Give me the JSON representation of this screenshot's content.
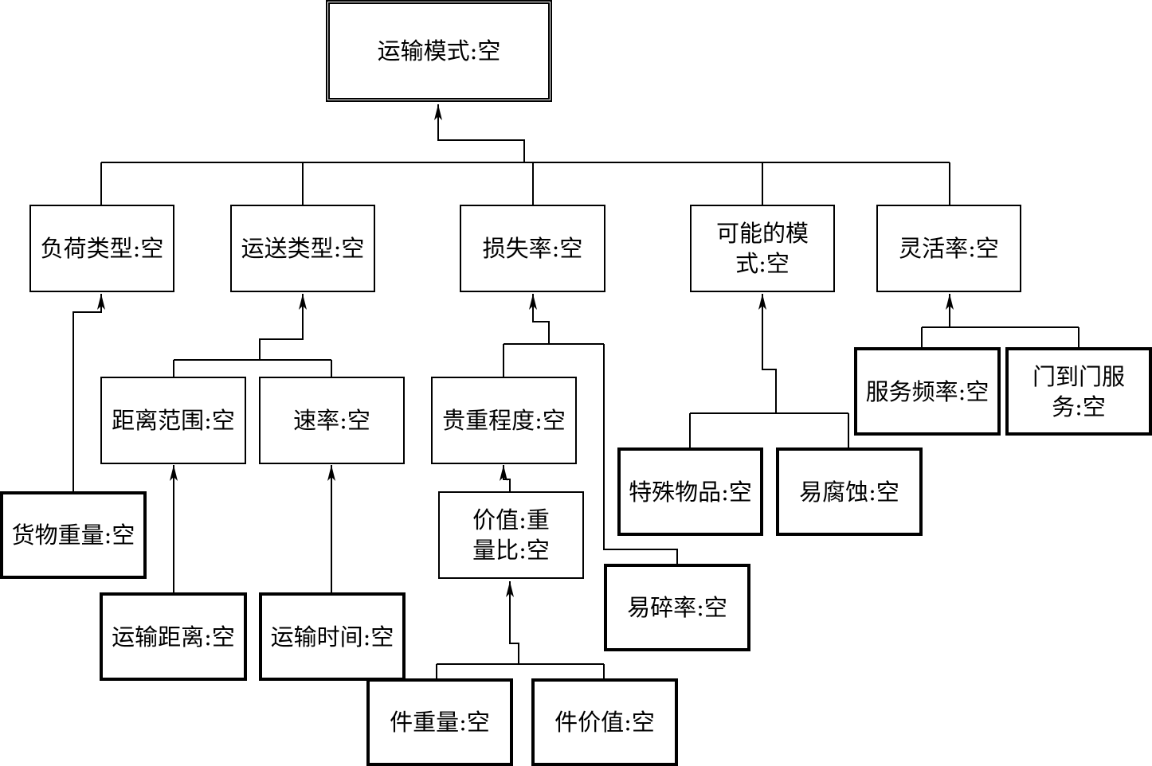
{
  "nodes": {
    "root": "运输模式:空",
    "load_type": "负荷类型:空",
    "delivery_type": "运送类型:空",
    "loss_rate": "损失率:空",
    "possible_mode": "可能的模\n式:空",
    "flexibility": "灵活率:空",
    "cargo_weight": "货物重量:空",
    "distance_range": "距离范围:空",
    "speed": "速率:空",
    "preciousness": "贵重程度:空",
    "special_goods": "特殊物品:空",
    "perishable": "易腐蚀:空",
    "service_frequency": "服务频率:空",
    "door_to_door": "门到门服\n务:空",
    "transport_distance": "运输距离:空",
    "transport_time": "运输时间:空",
    "value_weight_ratio": "价值:重\n量比:空",
    "fragility": "易碎率:空",
    "unit_weight": "件重量:空",
    "unit_value": "件价值:空"
  }
}
